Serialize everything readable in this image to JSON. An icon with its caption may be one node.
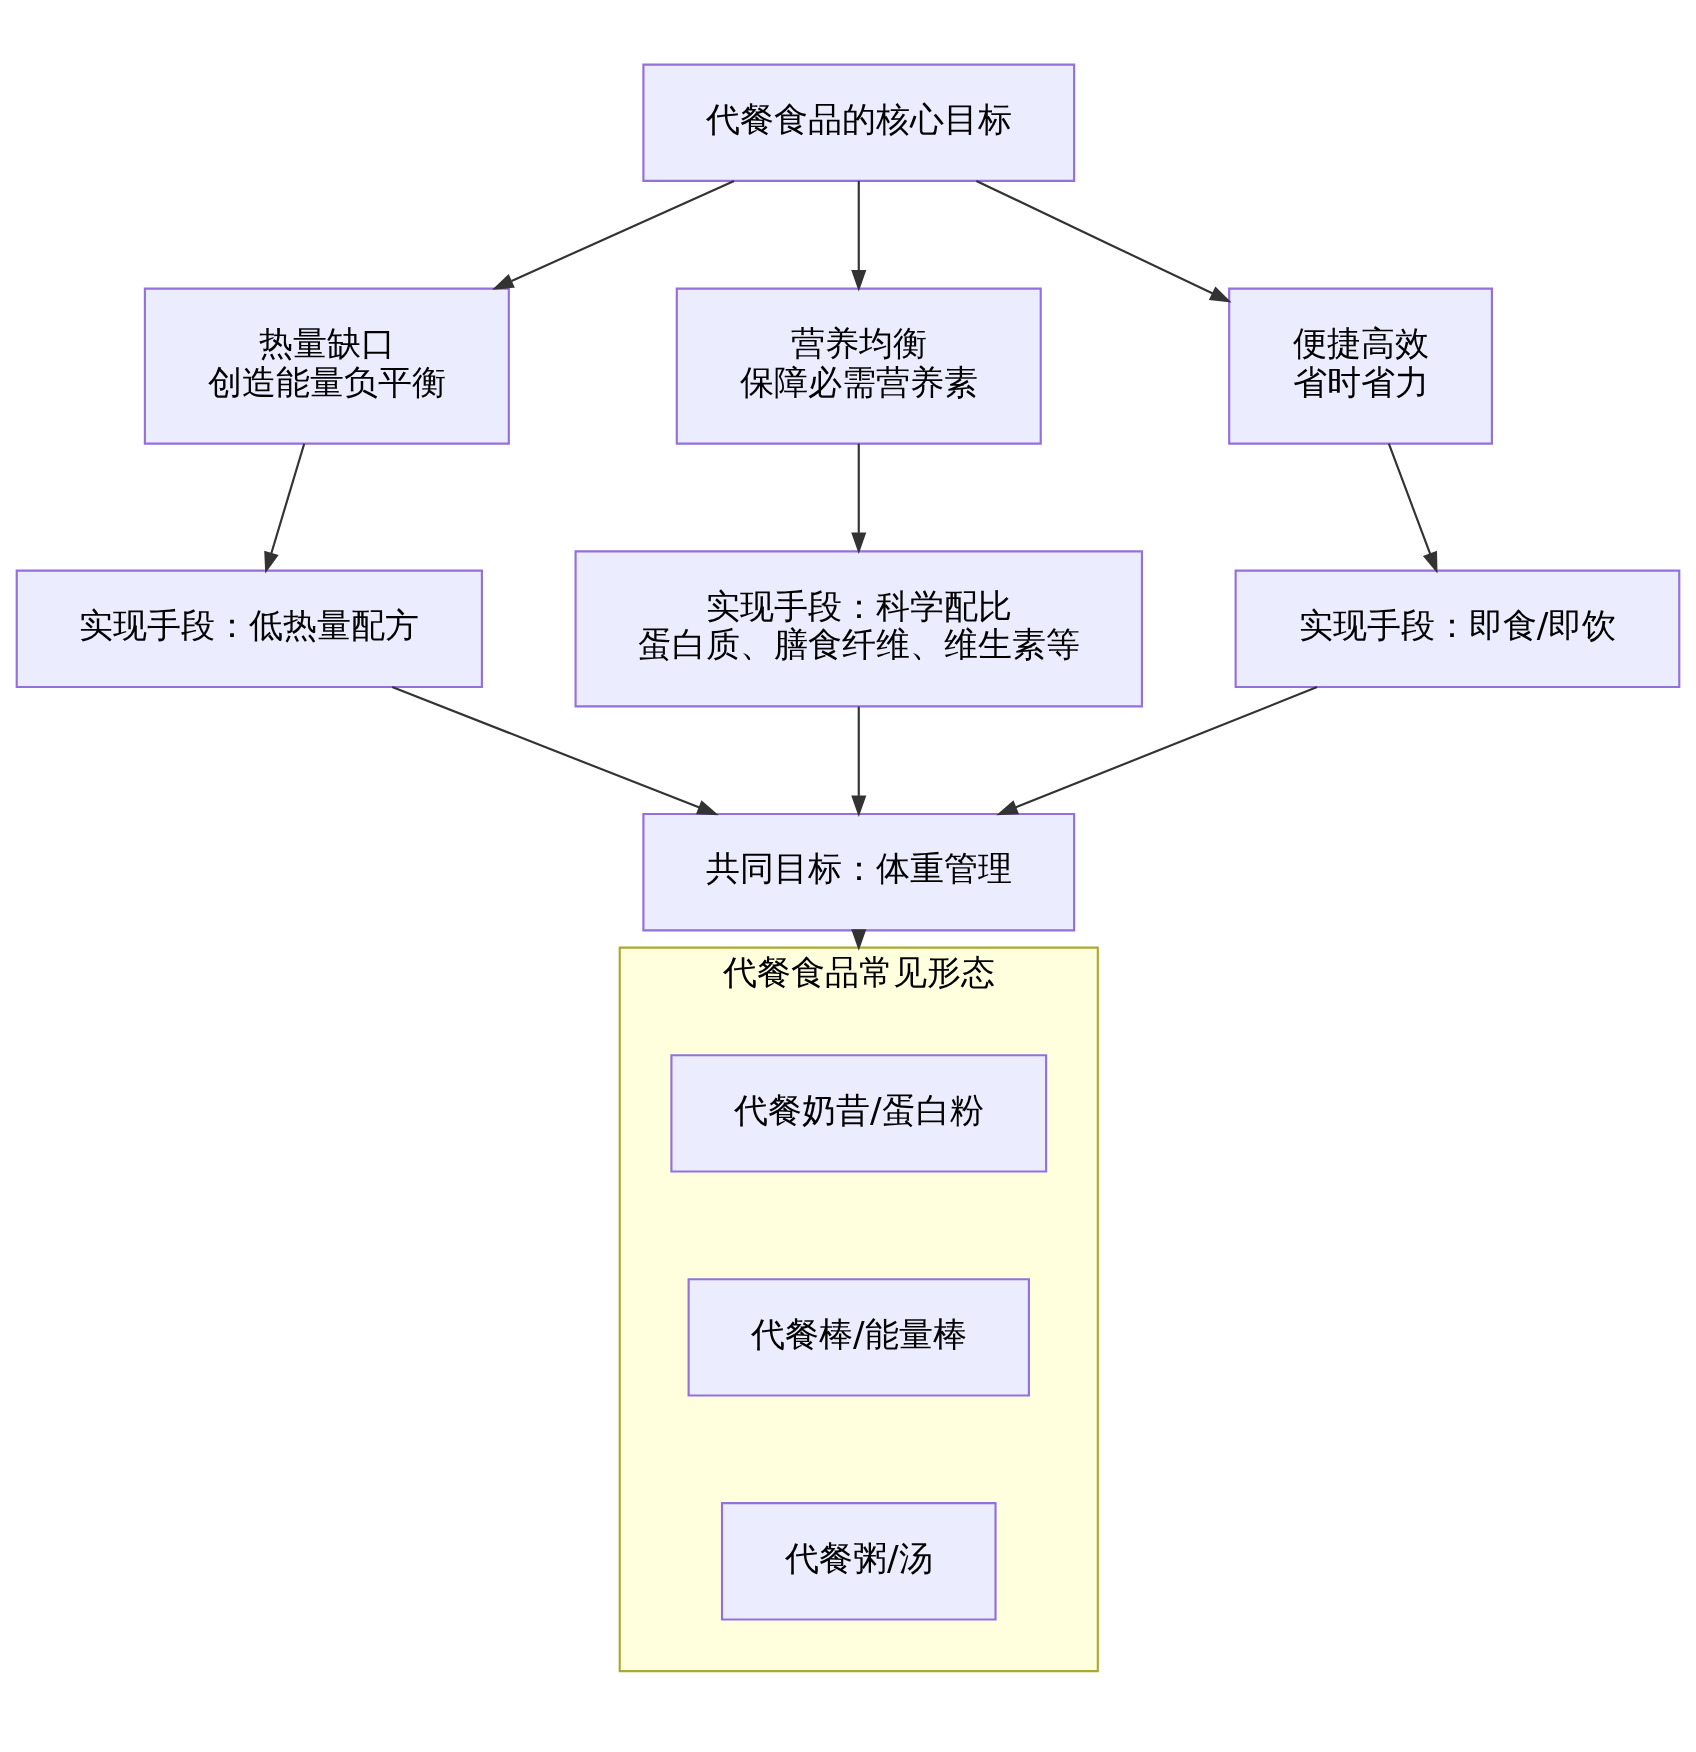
{
  "diagram": {
    "nodes": [
      {
        "text": [
          "代餐食品的核心目标"
        ]
      },
      {
        "text": [
          "热量缺口",
          "创造能量负平衡"
        ]
      },
      {
        "text": [
          "营养均衡",
          "保障必需营养素"
        ]
      },
      {
        "text": [
          "便捷高效",
          "省时省力"
        ]
      },
      {
        "text": [
          "实现手段：低热量配方"
        ]
      },
      {
        "text": [
          "实现手段：科学配比",
          "蛋白质、膳食纤维、维生素等"
        ]
      },
      {
        "text": [
          "实现手段：即食/即饮"
        ]
      },
      {
        "text": [
          "共同目标：体重管理"
        ]
      },
      {
        "text": [
          "代餐食品常见形态"
        ]
      },
      {
        "text": [
          "代餐奶昔/蛋白粉"
        ],
        "in": 8
      },
      {
        "text": [
          "代餐棒/能量棒"
        ],
        "in": 8
      },
      {
        "text": [
          "代餐粥/汤"
        ],
        "in": 8
      }
    ],
    "edges": [
      {
        "from": 0,
        "to": 1,
        "arrow": "to"
      },
      {
        "from": 0,
        "to": 2,
        "arrow": "to"
      },
      {
        "from": 0,
        "to": 3,
        "arrow": "to"
      },
      {
        "from": 1,
        "to": 4,
        "arrow": "to"
      },
      {
        "from": 2,
        "to": 5,
        "arrow": "to"
      },
      {
        "from": 3,
        "to": 6,
        "arrow": "to"
      },
      {
        "from": 4,
        "to": 7,
        "arrow": "to"
      },
      {
        "from": 5,
        "to": 7,
        "arrow": "to"
      },
      {
        "from": 6,
        "to": 7,
        "arrow": "to"
      },
      {
        "from": 7,
        "to": 8,
        "arrow": "to"
      }
    ]
  }
}
